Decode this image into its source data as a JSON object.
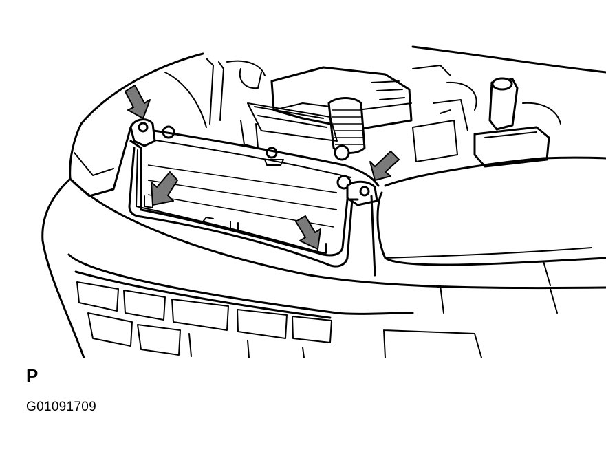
{
  "figure": {
    "view_label": "P",
    "figure_id": "G01091709"
  },
  "colors": {
    "line": "#000000",
    "arrow_fill": "#7a7a7a",
    "background": "#ffffff"
  },
  "callouts": [
    {
      "name": "upper-left-fastener-arrow"
    },
    {
      "name": "upper-right-fastener-arrow"
    },
    {
      "name": "lower-left-clip-arrow"
    },
    {
      "name": "lower-right-clip-arrow"
    }
  ]
}
